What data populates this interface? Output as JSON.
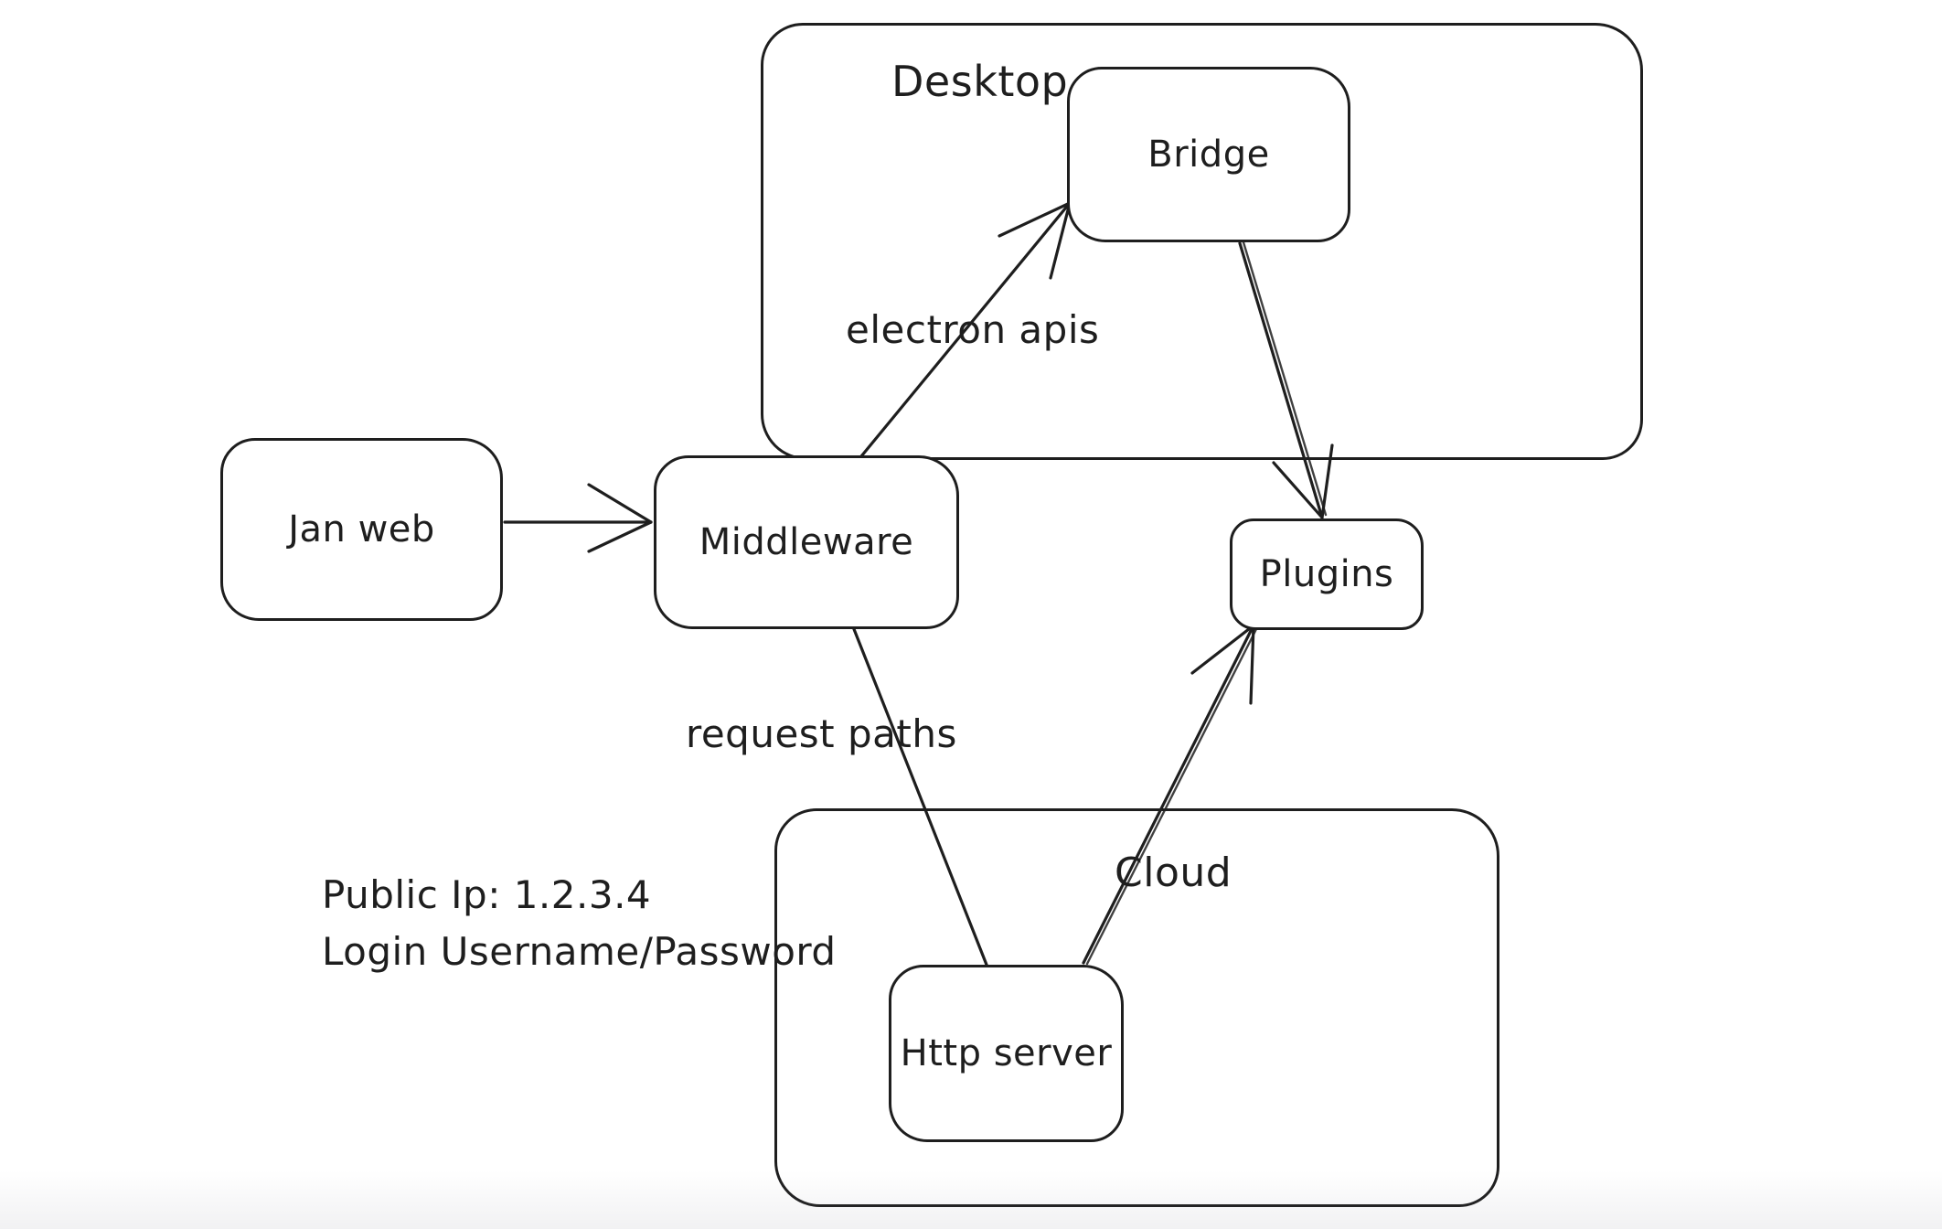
{
  "diagram": {
    "background_color": "#ffffff",
    "stroke_color": "#1e1e1e",
    "containers": [
      {
        "id": "desktop",
        "label": "Desktop"
      },
      {
        "id": "cloud",
        "label": "Cloud"
      }
    ],
    "nodes": [
      {
        "id": "jan-web",
        "label": "Jan web"
      },
      {
        "id": "middleware",
        "label": "Middleware"
      },
      {
        "id": "bridge",
        "label": "Bridge"
      },
      {
        "id": "plugins",
        "label": "Plugins"
      },
      {
        "id": "http-server",
        "label": "Http server"
      }
    ],
    "edges": [
      {
        "id": "janweb-to-middleware",
        "from": "jan-web",
        "to": "middleware",
        "label": "",
        "arrow": true
      },
      {
        "id": "middleware-to-bridge",
        "from": "middleware",
        "to": "bridge",
        "label": "electron apis",
        "arrow": true
      },
      {
        "id": "bridge-to-plugins",
        "from": "bridge",
        "to": "plugins",
        "label": "",
        "arrow": true
      },
      {
        "id": "middleware-to-httpserver",
        "from": "middleware",
        "to": "http-server",
        "label": "request paths",
        "arrow": false
      },
      {
        "id": "httpserver-to-plugins",
        "from": "http-server",
        "to": "plugins",
        "label": "",
        "arrow": true
      }
    ],
    "annotation": {
      "line1": "Public Ip: 1.2.3.4",
      "line2": "Login Username/Password"
    }
  }
}
